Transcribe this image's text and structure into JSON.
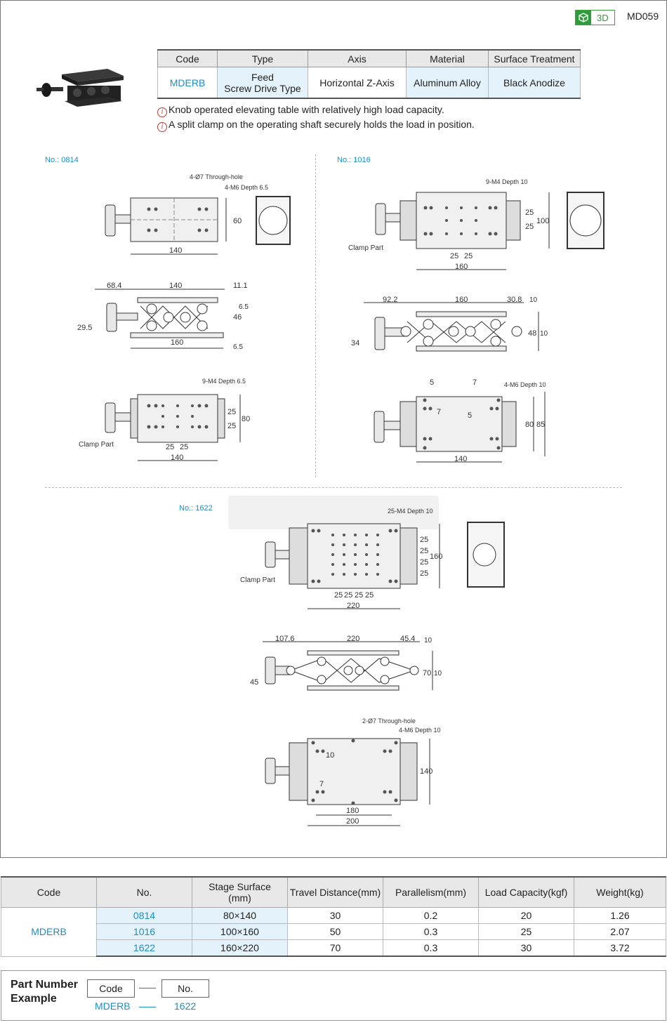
{
  "header": {
    "badge_3d": "3D",
    "doc_code": "MD059"
  },
  "spec_table": {
    "headers": [
      "Code",
      "Type",
      "Axis",
      "Material",
      "Surface Treatment"
    ],
    "row": {
      "code": "MDERB",
      "type_line1": "Feed",
      "type_line2": "Screw Drive Type",
      "axis": "Horizontal Z-Axis",
      "material": "Aluminum Alloy",
      "surface": "Black Anodize"
    }
  },
  "notes": [
    "Knob operated elevating table with relatively high load capacity.",
    "A split clamp on the operating shaft securely holds the load in position."
  ],
  "drawings": {
    "m0814": {
      "label": "No.: 0814",
      "top": {
        "hole_note": "4-Ø7 Through-hole",
        "tap_note": "4-M6 Depth 6.5",
        "width": "140",
        "height": "60"
      },
      "side": {
        "left_ext": "68.4",
        "width": "140",
        "right_ext": "11.1",
        "base": "160",
        "h1": "46",
        "h2": "6.5",
        "h3": "6.5",
        "shaft": "29.5"
      },
      "bottom": {
        "tap_note": "9-M4 Depth 6.5",
        "clamp": "Clamp Part",
        "p1": "25",
        "p2": "25",
        "width": "140",
        "v1": "25",
        "v2": "25",
        "height": "80"
      }
    },
    "m1016": {
      "label": "No.: 1016",
      "top": {
        "tap_note": "9-M4 Depth 10",
        "clamp": "Clamp Part",
        "p1": "25",
        "p2": "25",
        "width": "160",
        "v1": "25",
        "v2": "25",
        "height": "100"
      },
      "side": {
        "left_ext": "92.2",
        "width": "160",
        "right_ext": "30.8",
        "h_top": "10",
        "h_mid": "48",
        "h_bot": "10",
        "shaft": "34"
      },
      "bottom": {
        "d1": "5",
        "d2": "7",
        "tap_note": "4-M6 Depth 10",
        "v7": "7",
        "v5": "5",
        "width": "140",
        "h1": "80",
        "h2": "85"
      }
    },
    "m1622": {
      "label": "No.: 1622",
      "top": {
        "tap_note": "25-M4 Depth 10",
        "clamp": "Clamp Part",
        "p": [
          "25",
          "25",
          "25",
          "25"
        ],
        "width": "220",
        "v": [
          "25",
          "25",
          "25",
          "25"
        ],
        "height": "160"
      },
      "side": {
        "left_ext": "107.6",
        "width": "220",
        "right_ext": "45.4",
        "h_top": "10",
        "h_mid": "70",
        "h_bot": "10",
        "shaft": "45"
      },
      "bottom": {
        "hole_note": "2-Ø7 Through-hole",
        "tap_note": "4-M6 Depth 10",
        "d10": "10",
        "d7": "7",
        "w1": "180",
        "w2": "200",
        "height": "140"
      }
    }
  },
  "main_table": {
    "headers": [
      "Code",
      "No.",
      "Stage Surface",
      "(mm)",
      "Travel Distance(mm)",
      "Parallelism(mm)",
      "Load Capacity(kgf)",
      "Weight(kg)"
    ],
    "code": "MDERB",
    "rows": [
      {
        "no": "0814",
        "stage": "80×140",
        "travel": "30",
        "parallel": "0.2",
        "load": "20",
        "weight": "1.26"
      },
      {
        "no": "1016",
        "stage": "100×160",
        "travel": "50",
        "parallel": "0.3",
        "load": "25",
        "weight": "2.07"
      },
      {
        "no": "1622",
        "stage": "160×220",
        "travel": "70",
        "parallel": "0.3",
        "load": "30",
        "weight": "3.72"
      }
    ]
  },
  "part_number": {
    "title_line1": "Part Number",
    "title_line2": "Example",
    "code_label": "Code",
    "no_label": "No.",
    "code_value": "MDERB",
    "no_value": "1622"
  },
  "colors": {
    "accent": "#1b8ec9",
    "highlight": "#e4f3fb",
    "badge": "#2e9c3a"
  }
}
